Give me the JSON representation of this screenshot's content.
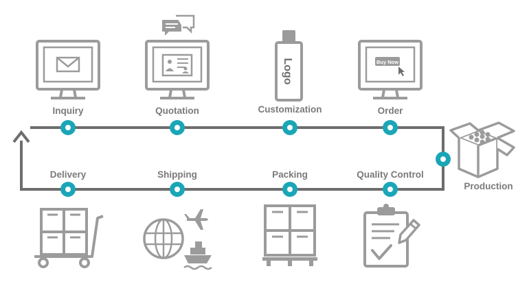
{
  "colors": {
    "accent": "#1aa6b7",
    "line": "#6d6d6d",
    "icon": "#9b9b9b",
    "label": "#7a7a7a"
  },
  "steps": [
    {
      "label": "Inquiry",
      "icon": "monitor-envelope-icon"
    },
    {
      "label": "Quotation",
      "icon": "monitor-quote-icon"
    },
    {
      "label": "Customization",
      "icon": "usb-logo-icon"
    },
    {
      "label": "Order",
      "icon": "monitor-buy-now-icon"
    },
    {
      "label": "Production",
      "icon": "open-box-icon"
    },
    {
      "label": "Quality Control",
      "icon": "clipboard-check-icon"
    },
    {
      "label": "Packing",
      "icon": "stacked-boxes-icon"
    },
    {
      "label": "Shipping",
      "icon": "globe-plane-ship-icon"
    },
    {
      "label": "Delivery",
      "icon": "hand-truck-icon"
    }
  ],
  "icon_text": {
    "usb_logo": "Logo",
    "buy_now": "Buy Now"
  }
}
